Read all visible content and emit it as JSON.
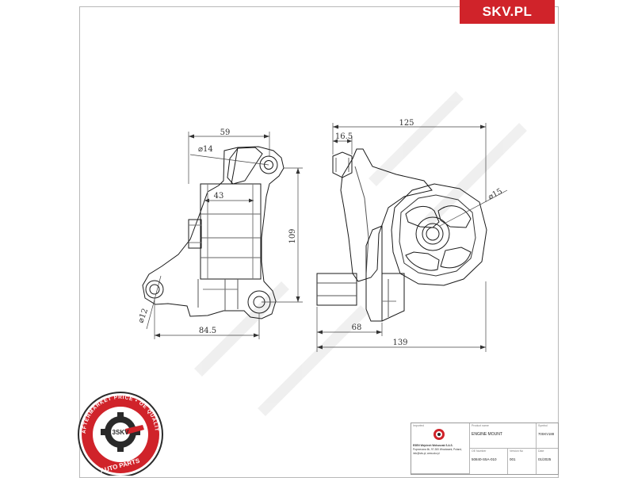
{
  "brand": {
    "label": "SKV.PL",
    "color": "#d0232a"
  },
  "drawing": {
    "left_view": {
      "dim_width_top": "59",
      "dim_hole_diam_top": "⌀14",
      "dim_inner_width": "43",
      "dim_hole_diam_bottom": "⌀12",
      "dim_width_bottom": "84.5"
    },
    "right_view": {
      "dim_total_width_top": "125",
      "dim_bolt_offset": "16.5",
      "dim_bushing_diam": "⌀15",
      "dim_height": "109",
      "dim_partial_width": "68",
      "dim_total_width_bottom": "139"
    }
  },
  "stamp": {
    "ring_text": "AFTERMARKET PRICE • OE QUALITY",
    "center_text": "3SKV",
    "bottom_text": "AUTO PARTS",
    "icon": "gear-icon",
    "color_red": "#d0232a",
    "color_dark": "#2a2a2a"
  },
  "title_block": {
    "company_label": "Imported",
    "company_name": "ESEN Wojciech Wolszczak S.A.S.",
    "company_address": "Poprzeczna 6h, 97-300 Wrocławek, Poland, info@skv.pl, www.skv.pl",
    "name_label": "Product name",
    "name_value": "ENGINE MOUNT",
    "symbol_label": "Symbol",
    "symbol_value": "70SKV188",
    "oe_label": "OE Number",
    "oe_value": "50840-S5A-010",
    "version_label": "Version No",
    "version_value": "001",
    "date_label": "Date",
    "date_value": "01/2025"
  }
}
